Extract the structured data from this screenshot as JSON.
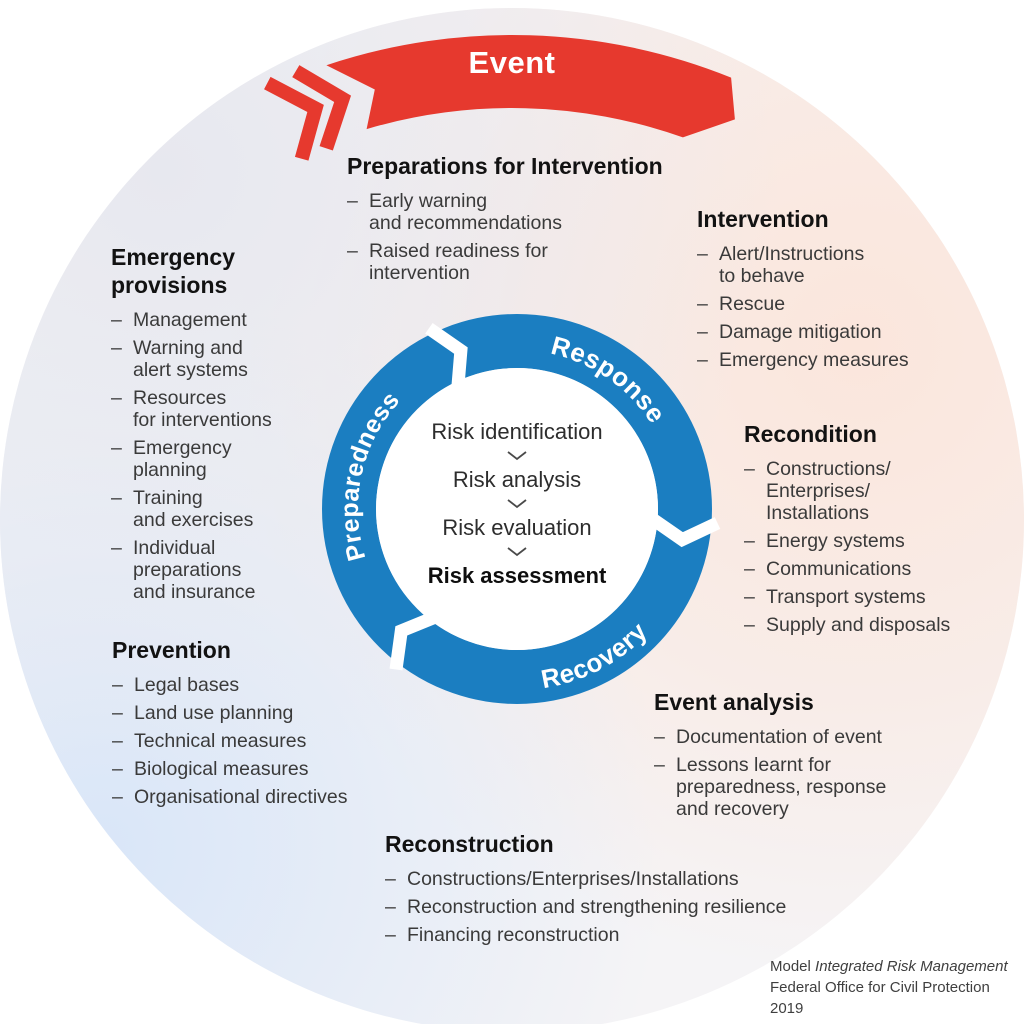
{
  "banner": {
    "label": "Event",
    "color": "#e6392e"
  },
  "cycle": {
    "ring_color": "#1b7ec1",
    "phases": [
      "Preparedness",
      "Response",
      "Recovery"
    ],
    "center": {
      "steps": [
        "Risk identification",
        "Risk analysis",
        "Risk evaluation"
      ],
      "result": "Risk assessment"
    }
  },
  "sections": {
    "preparations": {
      "title": "Preparations for Intervention",
      "items": [
        "Early warning\nand recommendations",
        "Raised readiness for\nintervention"
      ]
    },
    "intervention": {
      "title": "Intervention",
      "items": [
        "Alert/Instructions\nto behave",
        "Rescue",
        "Damage mitigation",
        "Emergency measures"
      ]
    },
    "emergency_provisions": {
      "title": "Emergency\nprovisions",
      "items": [
        "Management",
        "Warning and\nalert systems",
        "Resources\nfor interventions",
        "Emergency\nplanning",
        "Training\nand exercises",
        "Individual\npreparations\nand insurance"
      ]
    },
    "recondition": {
      "title": "Recondition",
      "items": [
        "Constructions/\nEnterprises/\nInstallations",
        "Energy systems",
        "Communications",
        "Transport systems",
        "Supply and disposals"
      ]
    },
    "prevention": {
      "title": "Prevention",
      "items": [
        "Legal bases",
        "Land use planning",
        "Technical measures",
        "Biological measures",
        "Organisational directives"
      ]
    },
    "event_analysis": {
      "title": "Event analysis",
      "items": [
        "Documentation of event",
        "Lessons learnt for\npreparedness, response\nand recovery"
      ]
    },
    "reconstruction": {
      "title": "Reconstruction",
      "items": [
        "Constructions/Enterprises/Installations",
        "Reconstruction and strengthening resilience",
        "Financing reconstruction"
      ]
    }
  },
  "footer": {
    "model_prefix": "Model",
    "model_name": "Integrated Risk Management",
    "organization": "Federal Office for Civil Protection",
    "year": "2019"
  },
  "ui": {
    "bullet": "–"
  },
  "icons": {
    "step_separator": "chevron-down",
    "banner_motion": "double-chevron",
    "ring_gaps": "clockwise-arrow-notches"
  }
}
